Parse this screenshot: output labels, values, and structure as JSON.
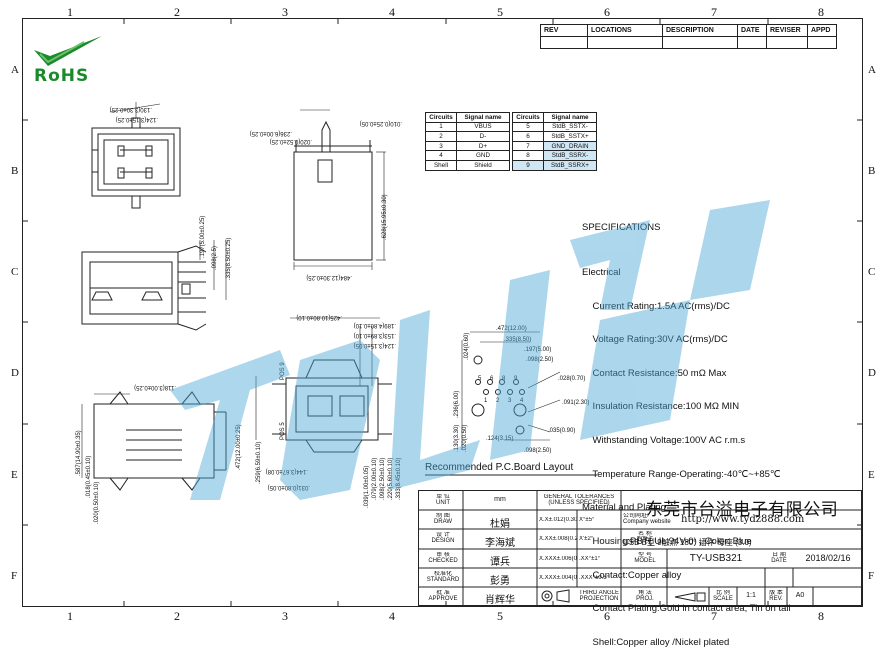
{
  "columns": [
    "1",
    "2",
    "3",
    "4",
    "5",
    "6",
    "7",
    "8"
  ],
  "rows": [
    "A",
    "B",
    "C",
    "D",
    "E",
    "F"
  ],
  "logo": {
    "text": "RoHS"
  },
  "revision_headers": [
    "REV",
    "LOCATIONS",
    "DESCRIPTION",
    "DATE",
    "REVISER",
    "APPD"
  ],
  "circuits": {
    "header": [
      "Circuits",
      "Signal name",
      "Circuits",
      "Signal name"
    ],
    "rows": [
      [
        "1",
        "VBUS",
        "5",
        "StdB_SSTX-"
      ],
      [
        "2",
        "D-",
        "6",
        "StdB_SSTX+"
      ],
      [
        "3",
        "D+",
        "7",
        "GND_DRAIN"
      ],
      [
        "4",
        "GND",
        "8",
        "StdB_SSRX-"
      ],
      [
        "Shell",
        "Shield",
        "9",
        "StdB_SSRX+"
      ]
    ]
  },
  "specifications": {
    "title": "SPECIFICATIONS",
    "lines": [
      "Electrical",
      "    Current Rating:1.5A AC(rms)/DC",
      "    Voltage Rating:30V AC(rms)/DC",
      "    Contact Resistance:50 mΩ Max",
      "    Insulation Resistance:100 MΩ MIN",
      "    Withstanding Voltage:100V AC r.m.s",
      "    Temperature Range-Operating:-40℃~+85℃",
      "Material and Plating",
      "    Housing:PBT( UL 94V-0) , Color: Blue",
      "    Contact:Copper alloy",
      "    Contact Plating:Gold in contact area, Tin on tail",
      "    Shell:Copper alloy /Nickel plated"
    ]
  },
  "dimensions": {
    "top_view": [
      ".130(3.30±0.25)",
      ".124(3.15±0.25)"
    ],
    "side_view": [
      ".236(6.00±0.25)",
      ".020(0.52±0.25)",
      ".010(0.25±0.05)",
      ".628(15.95±0.30)",
      ".484(12.30±0.25)"
    ],
    "front_view": [
      ".197(5.00±0.25)",
      ".335(8.50±0.25)",
      ".098(2.5)"
    ],
    "bottom_left": [
      ".118(3.00±0.25)",
      ".587(14.90±0.35)",
      ".018(0.45±0.10)",
      ".020(0.50±0.10)"
    ],
    "mid_view": [
      ".472(12.00±0.25)",
      ".259(6.59±0.10)",
      ".144(3.67±0.08)",
      ".425(10.80±0.10)",
      ".189(4.80±0.10)",
      ".153(3.89±0.10)",
      ".124(3.15±0.05)",
      ".039(1.00±0.05)",
      ".079(2.00±0.10)",
      ".098(2.50±0.10)",
      ".220(5.60±0.10)",
      ".333(8.45±0.10)",
      ".031(0.80±0.05)"
    ],
    "pcb_layout": [
      ".472(12.00)",
      ".335(8.50)",
      ".197(5.00)",
      ".098(2.50)",
      ".024(0.60)",
      ".028(0.70)",
      ".091(2.30)",
      ".035(0.90)",
      ".236(6.00)",
      ".130(3.30)",
      ".020(0.50)",
      ".124(3.15)",
      ".098(2.50)"
    ],
    "pos_labels": [
      "POS 9",
      "POS 5"
    ],
    "pcb_pin_labels": [
      "5",
      "6",
      "8",
      "9",
      "1",
      "2",
      "3",
      "4"
    ]
  },
  "pcb_title": "Recommended P.C.Board Layout",
  "title_block": {
    "unit_label": "单 位\nUNIT",
    "unit_value": "mm",
    "draw_label": "制 图\nDRAW",
    "draw_value": "杜娟",
    "design_label": "设 计\nDESIGN",
    "design_value": "李海斌",
    "checked_label": "审 核\nCHECKED",
    "checked_value": "谭兵",
    "standard_label": "校准化\nSTANDARD",
    "standard_value": "彭勇",
    "approve_label": "批 准\nAPPROVE",
    "approve_value": "肖辉华",
    "tolerance_title": "GENERAL TOLERANCES\n(UNLESS SPECIFIED)",
    "tolerances": [
      [
        "X.X±.012(0.30)",
        "X°±5°"
      ],
      [
        "X.XX±.008(0.20)",
        "X'±2°"
      ],
      [
        "X.XXX±.006(0.15)",
        ".XX°±1°"
      ],
      [
        "X.XXX±.004(0.10)",
        ".XXX°±0.5°"
      ]
    ],
    "third_angle": "THIRD ANGLE\nPROJECTION",
    "company": "东莞市台溢电子有限公司",
    "website_label": "公司网址:\nCompany website",
    "website": "http://www.tydz888.com",
    "name_label": "名 称\nTITLE",
    "name_value": "USB B型 9触点 180° 插件 母座 (3.0)",
    "model_label": "型 号\nMODEL",
    "model_value": "TY-USB321",
    "date_label": "日 期\nDATE",
    "date_value": "2018/02/16",
    "proj_label": "角 法\nPROJ.",
    "scale_label": "比 例\nSCALE",
    "scale_value": "1:1",
    "rev_label": "版 本\nREV.",
    "rev_value": "A0"
  },
  "colors": {
    "logo_green": "#1a8a2a",
    "watermark_blue": "#4aa6d6",
    "table_highlight": "#cfe6f5"
  }
}
